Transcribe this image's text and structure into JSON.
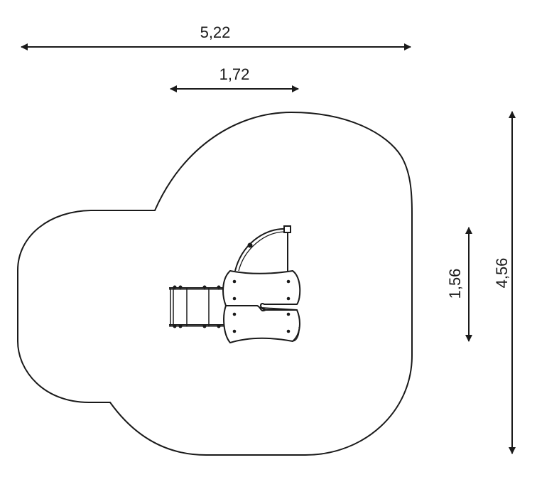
{
  "dimensions": {
    "overall_width": "5,22",
    "equipment_width": "1,72",
    "equipment_depth": "1,56",
    "overall_depth": "4,56"
  },
  "colors": {
    "line": "#1a1a1a",
    "background": "#ffffff"
  }
}
